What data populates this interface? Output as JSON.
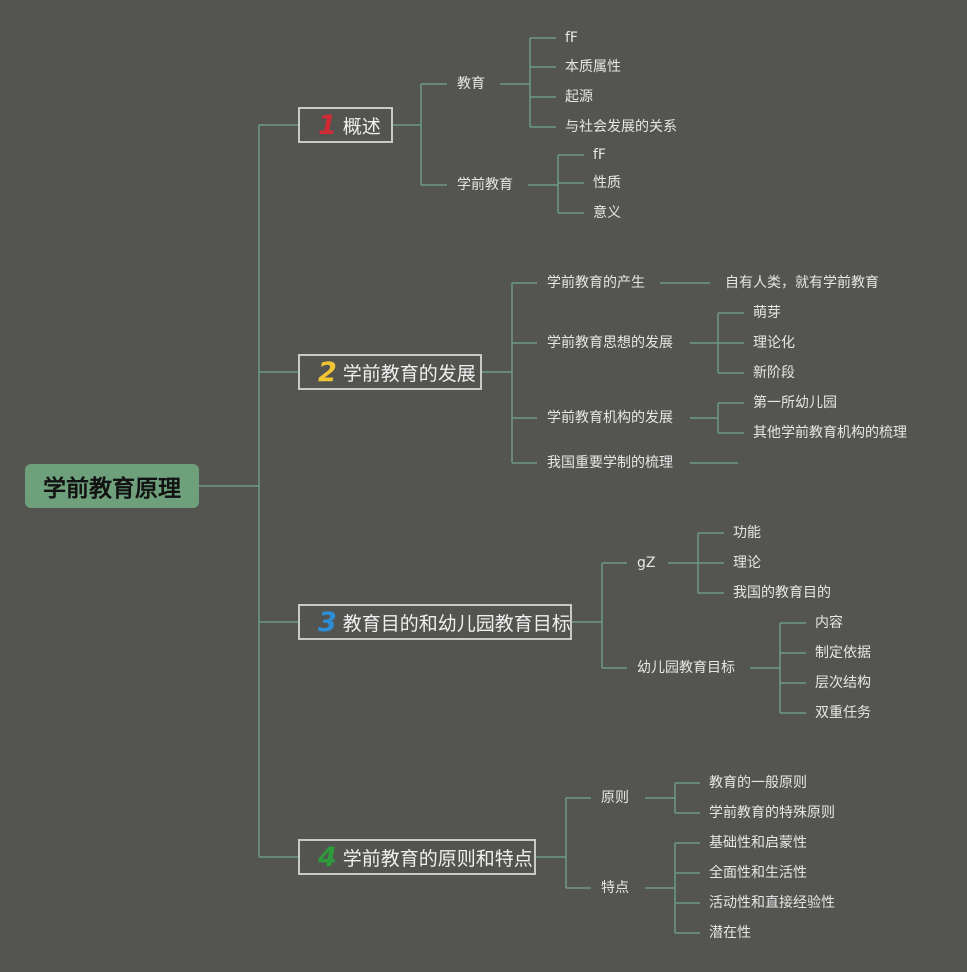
{
  "root": "学前教育原理",
  "colors": {
    "background": "#545451",
    "line": "#6b9a86",
    "root_fill": "#6fa07c",
    "num1": "#d12b35",
    "num2": "#f0c534",
    "num3": "#2c8fd6",
    "num4": "#2e9a3c"
  },
  "topics": [
    {
      "num": "1",
      "label": "概述",
      "children": [
        {
          "label": "教育",
          "children": [
            "fF",
            "本质属性",
            "起源",
            "与社会发展的关系"
          ]
        },
        {
          "label": "学前教育",
          "children": [
            "fF",
            "性质",
            "意义"
          ]
        }
      ]
    },
    {
      "num": "2",
      "label": "学前教育的发展",
      "children": [
        {
          "label": "学前教育的产生",
          "children": [
            "自有人类，就有学前教育"
          ]
        },
        {
          "label": "学前教育思想的发展",
          "children": [
            "萌芽",
            "理论化",
            "新阶段"
          ]
        },
        {
          "label": "学前教育机构的发展",
          "children": [
            "第一所幼儿园",
            "其他学前教育机构的梳理"
          ]
        },
        {
          "label": "我国重要学制的梳理",
          "children": []
        }
      ]
    },
    {
      "num": "3",
      "label": "教育目的和幼儿园教育目标",
      "children": [
        {
          "label": "gZ",
          "children": [
            "功能",
            "理论",
            "我国的教育目的"
          ]
        },
        {
          "label": "幼儿园教育目标",
          "children": [
            "内容",
            "制定依据",
            "层次结构",
            "双重任务"
          ]
        }
      ]
    },
    {
      "num": "4",
      "label": "学前教育的原则和特点",
      "children": [
        {
          "label": "原则",
          "children": [
            "教育的一般原则",
            "学前教育的特殊原则"
          ]
        },
        {
          "label": "特点",
          "children": [
            "基础性和启蒙性",
            "全面性和生活性",
            "活动性和直接经验性",
            "潜在性"
          ]
        }
      ]
    }
  ]
}
